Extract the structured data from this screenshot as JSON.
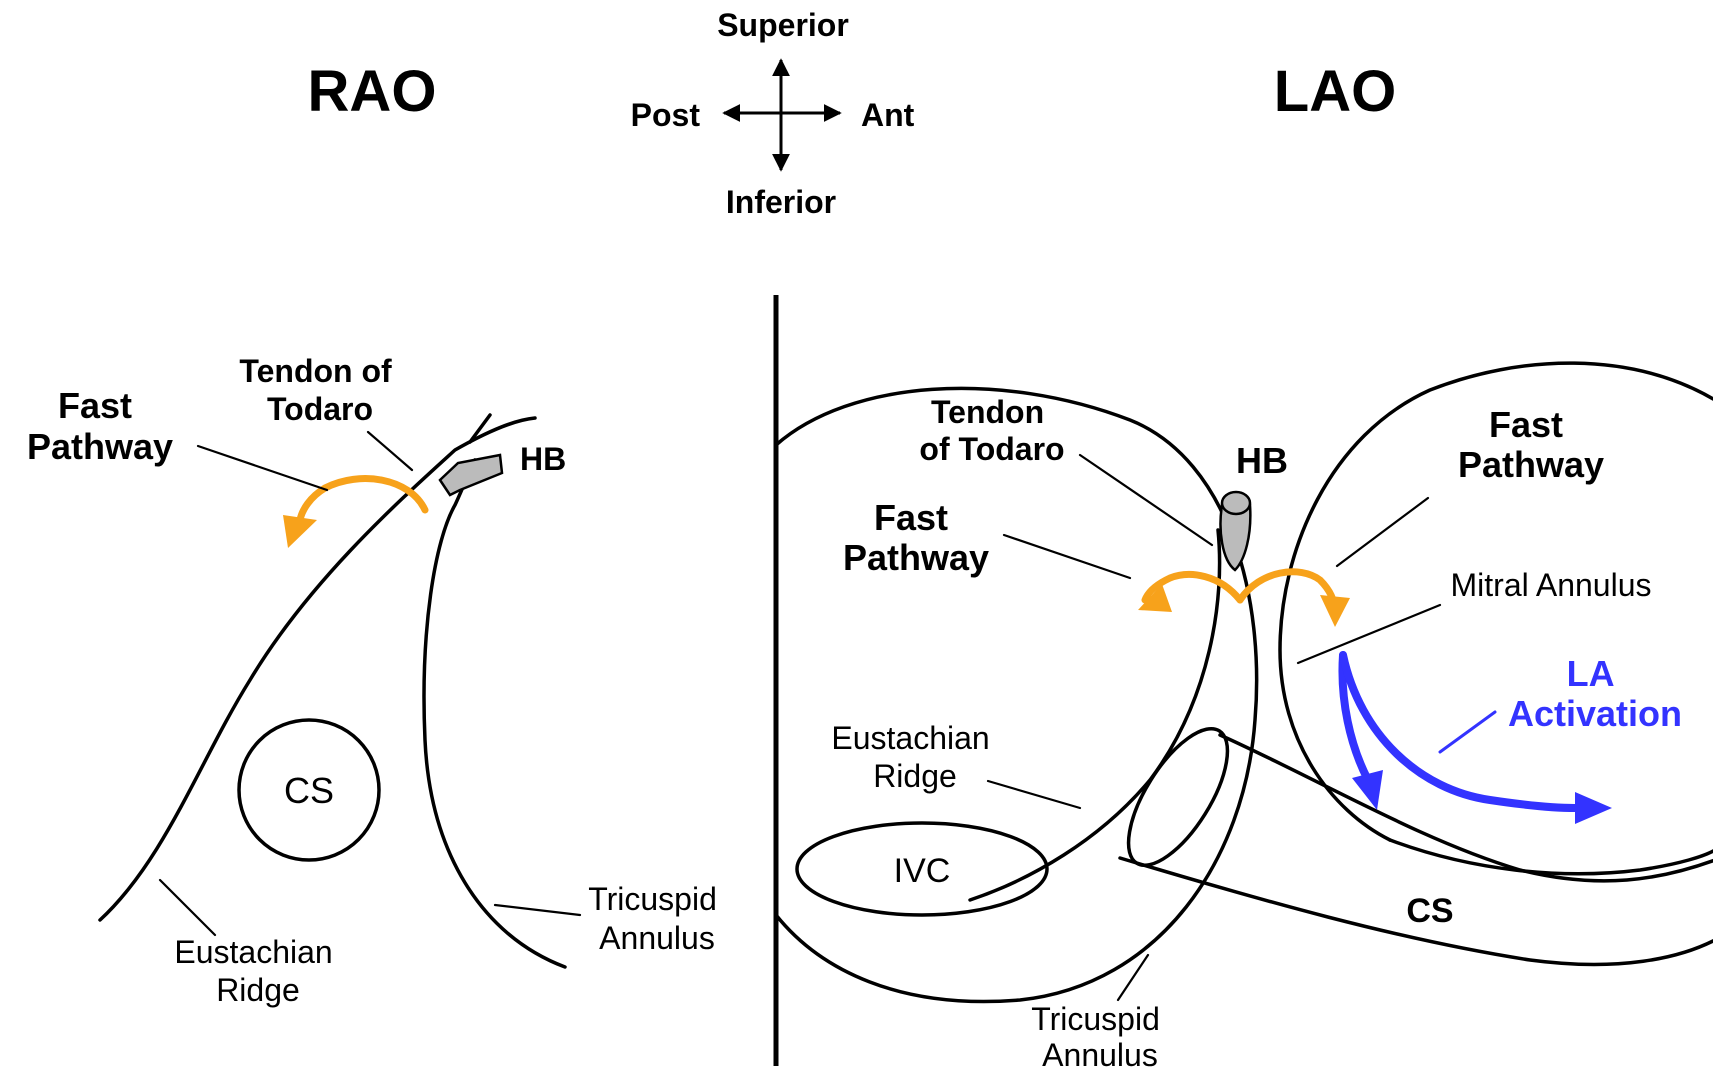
{
  "views": {
    "rao_title": "RAO",
    "lao_title": "LAO"
  },
  "compass": {
    "superior": "Superior",
    "inferior": "Inferior",
    "posterior": "Post",
    "anterior": "Ant"
  },
  "rao": {
    "fast_pathway": [
      "Fast",
      "Pathway"
    ],
    "tendon_of_todaro": [
      "Tendon of",
      "Todaro"
    ],
    "hb": "HB",
    "cs": "CS",
    "eustachian_ridge": [
      "Eustachian",
      "Ridge"
    ],
    "tricuspid_annulus": [
      "Tricuspid",
      "Annulus"
    ]
  },
  "lao": {
    "tendon_of_todaro": [
      "Tendon",
      "of Todaro"
    ],
    "hb": "HB",
    "fast_pathway_left": [
      "Fast",
      "Pathway"
    ],
    "fast_pathway_right": [
      "Fast",
      "Pathway"
    ],
    "mitral_annulus": "Mitral Annulus",
    "la_activation": [
      "LA",
      "Activation"
    ],
    "eustachian_ridge": [
      "Eustachian",
      "Ridge"
    ],
    "ivc": "IVC",
    "cs": "CS",
    "tricuspid_annulus": [
      "Tricuspid",
      "Annulus"
    ]
  },
  "colors": {
    "fast_pathway_arrow": "#F7A21B",
    "la_activation": "#3333FF",
    "his_bundle": "#BBBBBB"
  }
}
